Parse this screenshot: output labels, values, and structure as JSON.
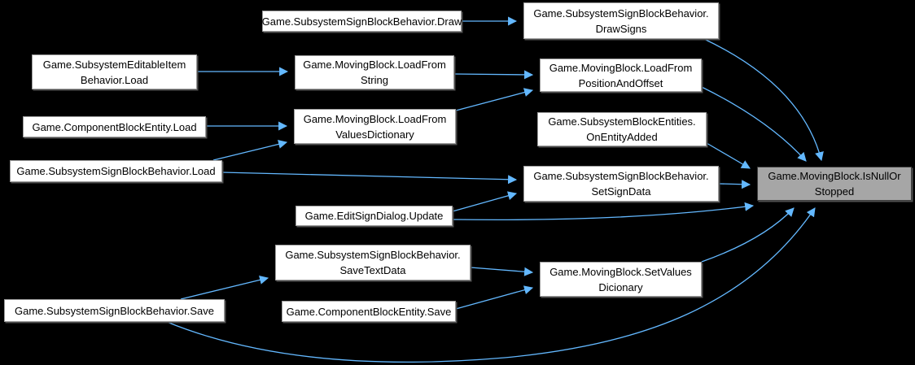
{
  "diagram": {
    "type": "caller-graph",
    "background_color": "#000000",
    "edge_color": "#63b8ff",
    "node_fill": "#ffffff",
    "current_node_fill": "#a6a6a6",
    "current_node": "Game.MovingBlock.IsNullOrStopped",
    "nodes": [
      {
        "id": "draw",
        "label": "Game.SubsystemSignBlockBehavior.Draw"
      },
      {
        "id": "drawsigns",
        "label": "Game.SubsystemSignBlockBehavior.\nDrawSigns"
      },
      {
        "id": "editload",
        "label": "Game.SubsystemEditableItem\nBehavior.Load"
      },
      {
        "id": "loadstring",
        "label": "Game.MovingBlock.LoadFrom\nString"
      },
      {
        "id": "loadpos",
        "label": "Game.MovingBlock.LoadFrom\nPositionAndOffset"
      },
      {
        "id": "compload",
        "label": "Game.ComponentBlockEntity.Load"
      },
      {
        "id": "loadvalues",
        "label": "Game.MovingBlock.LoadFrom\nValuesDictionary"
      },
      {
        "id": "onentity",
        "label": "Game.SubsystemBlockEntities.\nOnEntityAdded"
      },
      {
        "id": "signload",
        "label": "Game.SubsystemSignBlockBehavior.Load"
      },
      {
        "id": "setsign",
        "label": "Game.SubsystemSignBlockBehavior.\nSetSignData"
      },
      {
        "id": "isnull",
        "label": "Game.MovingBlock.IsNullOr\nStopped",
        "current": true
      },
      {
        "id": "update",
        "label": "Game.EditSignDialog.Update"
      },
      {
        "id": "savetext",
        "label": "Game.SubsystemSignBlockBehavior.\nSaveTextData"
      },
      {
        "id": "setvalues",
        "label": "Game.MovingBlock.SetValues\nDicionary"
      },
      {
        "id": "signsave",
        "label": "Game.SubsystemSignBlockBehavior.Save"
      },
      {
        "id": "compsave",
        "label": "Game.ComponentBlockEntity.Save"
      }
    ],
    "edges": [
      {
        "from": "draw",
        "to": "drawsigns"
      },
      {
        "from": "editload",
        "to": "loadstring"
      },
      {
        "from": "loadstring",
        "to": "loadpos"
      },
      {
        "from": "compload",
        "to": "loadvalues"
      },
      {
        "from": "signload",
        "to": "loadvalues"
      },
      {
        "from": "loadvalues",
        "to": "loadpos"
      },
      {
        "from": "signload",
        "to": "setsign"
      },
      {
        "from": "update",
        "to": "setsign"
      },
      {
        "from": "setsign",
        "to": "isnull"
      },
      {
        "from": "drawsigns",
        "to": "isnull"
      },
      {
        "from": "loadpos",
        "to": "isnull"
      },
      {
        "from": "onentity",
        "to": "isnull"
      },
      {
        "from": "update",
        "to": "isnull"
      },
      {
        "from": "setvalues",
        "to": "isnull"
      },
      {
        "from": "savetext",
        "to": "setvalues"
      },
      {
        "from": "compsave",
        "to": "setvalues"
      },
      {
        "from": "signsave",
        "to": "savetext"
      },
      {
        "from": "signsave",
        "to": "isnull"
      }
    ]
  }
}
